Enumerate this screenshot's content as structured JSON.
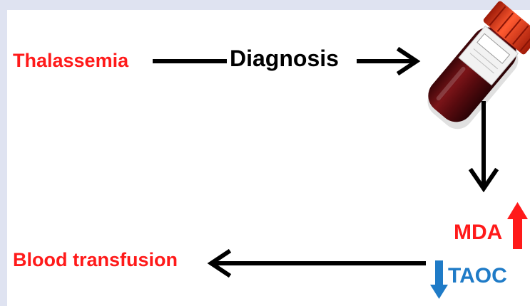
{
  "diagram": {
    "nodes": {
      "thalassemia": "Thalassemia",
      "diagnosis": "Diagnosis",
      "mda": "MDA",
      "taoc": "TAOC",
      "blood_transfusion": "Blood transfusion"
    },
    "icons": {
      "blood_tube": "blood-sample-tube-icon",
      "up_arrow": "up-arrow-icon",
      "down_arrow": "down-arrow-icon"
    },
    "colors": {
      "background": "#dfe3f1",
      "red": "#ff1a1a",
      "blue": "#1f7bc7",
      "black": "#000000",
      "tube_cap": "#d92b0f",
      "blood": "#5e0b0f"
    }
  }
}
